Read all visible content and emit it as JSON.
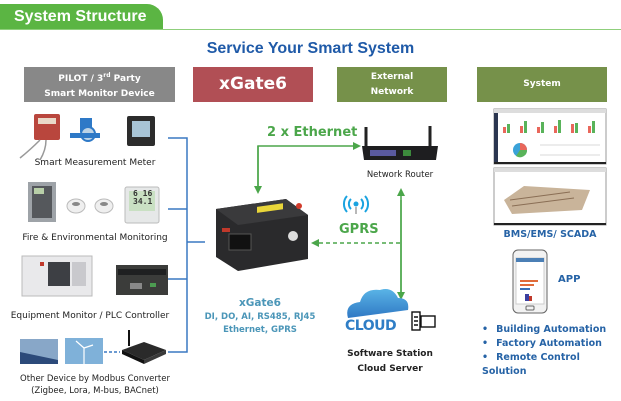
{
  "header": {
    "tab_title": "System Structure",
    "headline": "Service Your Smart System"
  },
  "columns": {
    "pilot": {
      "line1_prefix": "PILOT / 3",
      "line1_sup": "rd",
      "line1_suffix": " Party",
      "line2": "Smart Monitor Device"
    },
    "xgate": "xGate6",
    "external_line1": "External",
    "external_line2": "Network",
    "system": "System"
  },
  "devices": [
    {
      "label": "Smart Measurement Meter",
      "icons": [
        "heat-meter-icon",
        "water-meter-icon",
        "power-meter-icon"
      ]
    },
    {
      "label": "Fire & Environmental Monitoring",
      "icons": [
        "fire-panel-icon",
        "smoke-detector-icon",
        "smoke-detector-icon",
        "thermostat-icon"
      ]
    },
    {
      "label": "Equipment Monitor / PLC Controller",
      "icons": [
        "cnc-machine-icon",
        "plc-icon"
      ]
    },
    {
      "label_line1": "Other Device by Modbus Converter",
      "label_line2": "(Zigbee, Lora, M-bus, BACnet)",
      "icons": [
        "solar-panel-icon",
        "wind-turbine-icon",
        "modbus-converter-icon"
      ]
    }
  ],
  "thermostat_display": {
    "line1": "6 16",
    "line2": "34.1"
  },
  "links": {
    "ethernet": "2 x Ethernet",
    "gprs": "GPRS"
  },
  "router_label": "Network Router",
  "gateway": {
    "name": "xGate6",
    "spec_line1": "DI, DO, AI, RS485, RJ45",
    "spec_line2": "Ethernet,  GPRS"
  },
  "cloud": {
    "logo_text": "CLOUD",
    "label_line1": "Software Station",
    "label_line2": "Cloud Server"
  },
  "system_side": {
    "scada_label": "BMS/EMS/ SCADA",
    "app_label": "APP",
    "bullets": [
      "Building Automation",
      "Factory Automation",
      "Remote Control Solution"
    ]
  },
  "colors": {
    "tab_green": "#5bb543",
    "headline_blue": "#1f5aa8",
    "pilot_gray": "#888888",
    "xgate_red": "#b14f55",
    "olive": "#76914a",
    "link_green": "#4ba64a",
    "bus_blue": "#3a78c2",
    "teal": "#4b96b8"
  }
}
